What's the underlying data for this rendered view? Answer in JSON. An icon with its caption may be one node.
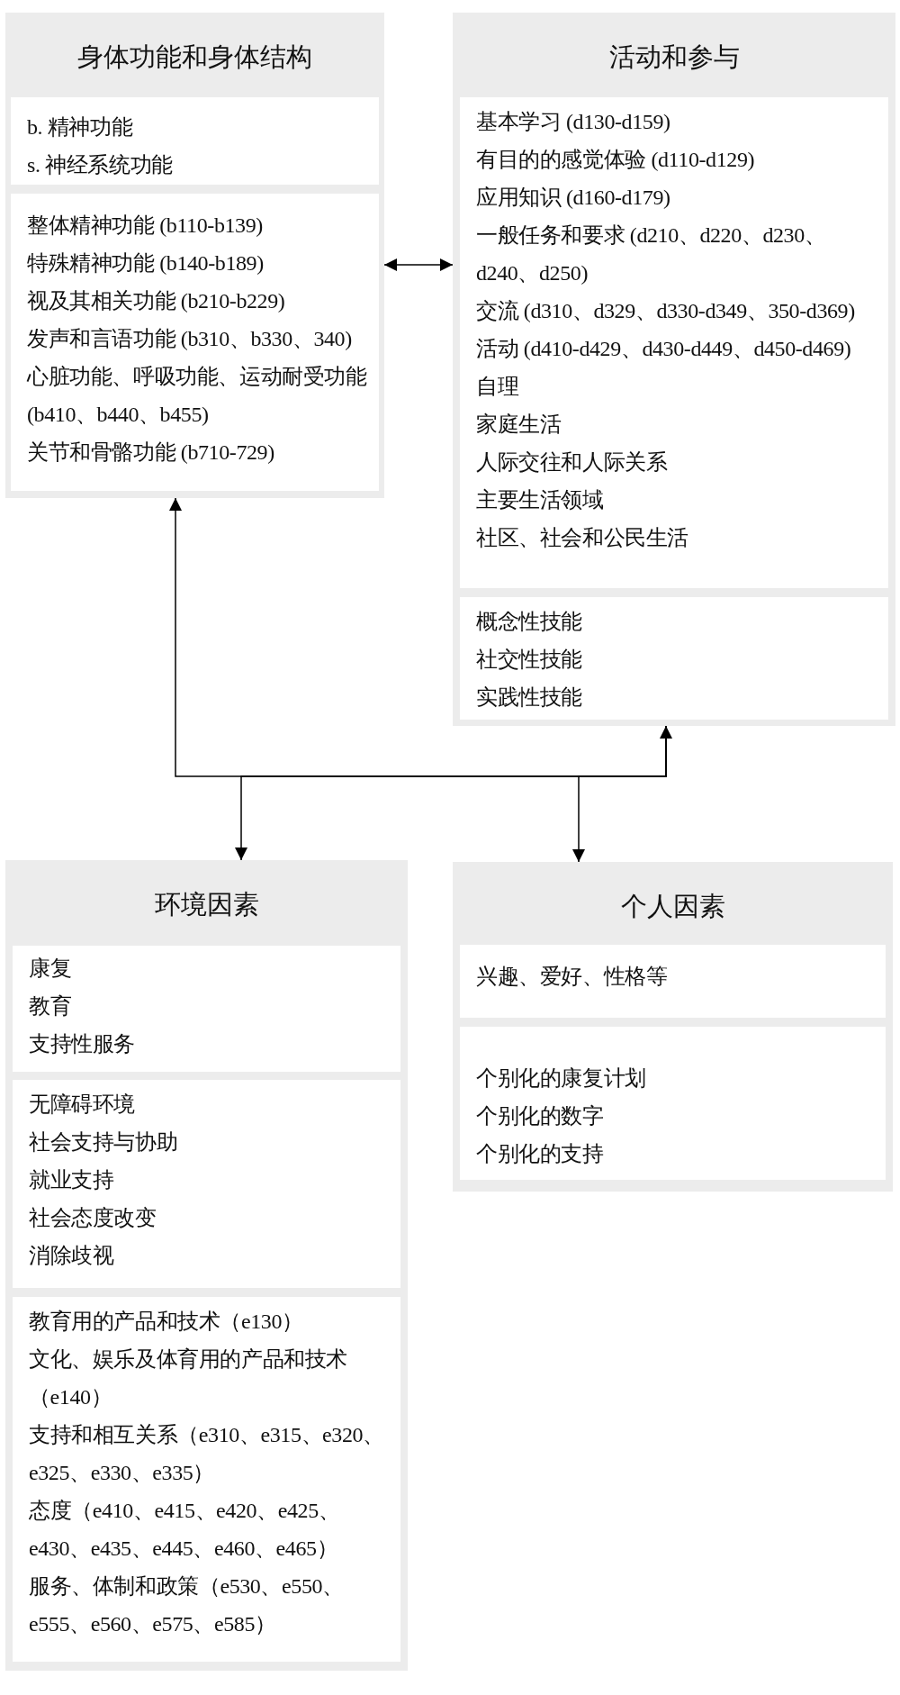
{
  "diagram": {
    "nodes": [
      {
        "text": [
          "身体功能和身体结构"
        ]
      },
      {
        "text": [
          "b. 精神功能",
          "s. 神经系统功能"
        ],
        "in": 0
      },
      {
        "text": [
          "整体精神功能 (b110-b139)",
          "特殊精神功能 (b140-b189)",
          "视及其相关功能 (b210-b229)",
          "发声和言语功能 (b310、b330、340)",
          "心脏功能、呼吸功能、运动耐受功能 (b410、b440、b455)",
          "关节和骨骼功能 (b710-729)"
        ],
        "in": 0
      },
      {
        "text": [
          "活动和参与"
        ]
      },
      {
        "text": [
          "基本学习 (d130-d159)",
          "有目的的感觉体验 (d110-d129)",
          "应用知识 (d160-d179)",
          "一般任务和要求 (d210、d220、d230、d240、d250)",
          "交流 (d310、d329、d330-d349、350-d369)",
          "活动 (d410-d429、d430-d449、d450-d469)",
          "自理",
          "家庭生活",
          "人际交往和人际关系",
          "主要生活领域",
          "社区、社会和公民生活"
        ],
        "in": 3
      },
      {
        "text": [
          "概念性技能",
          "社交性技能",
          "实践性技能"
        ],
        "in": 3
      },
      {
        "text": [
          "环境因素"
        ]
      },
      {
        "text": [
          "康复",
          "教育",
          "支持性服务"
        ],
        "in": 6
      },
      {
        "text": [
          "无障碍环境",
          "社会支持与协助",
          "就业支持",
          "社会态度改变",
          "消除歧视"
        ],
        "in": 6
      },
      {
        "text": [
          "教育用的产品和技术（e130）",
          "文化、娱乐及体育用的产品和技术（e140）",
          "支持和相互关系（e310、e315、e320、e325、e330、e335）",
          "态度（e410、e415、e420、e425、e430、e435、e445、e460、e465）",
          "服务、体制和政策（e530、e550、e555、e560、e575、e585）"
        ],
        "in": 6
      },
      {
        "text": [
          "个人因素"
        ]
      },
      {
        "text": [
          "兴趣、爱好、性格等"
        ],
        "in": 10
      },
      {
        "text": [
          "个别化的康复计划",
          "个别化的数字",
          "个别化的支持"
        ],
        "in": 10
      }
    ],
    "edges": [
      {
        "from": 0,
        "to": 3,
        "arrow": "both"
      },
      {
        "from": 0,
        "to": 3,
        "arrow": "both"
      },
      {
        "from": 3,
        "to": 6,
        "arrow": "to"
      },
      {
        "from": 3,
        "to": 10,
        "arrow": "to"
      }
    ]
  }
}
